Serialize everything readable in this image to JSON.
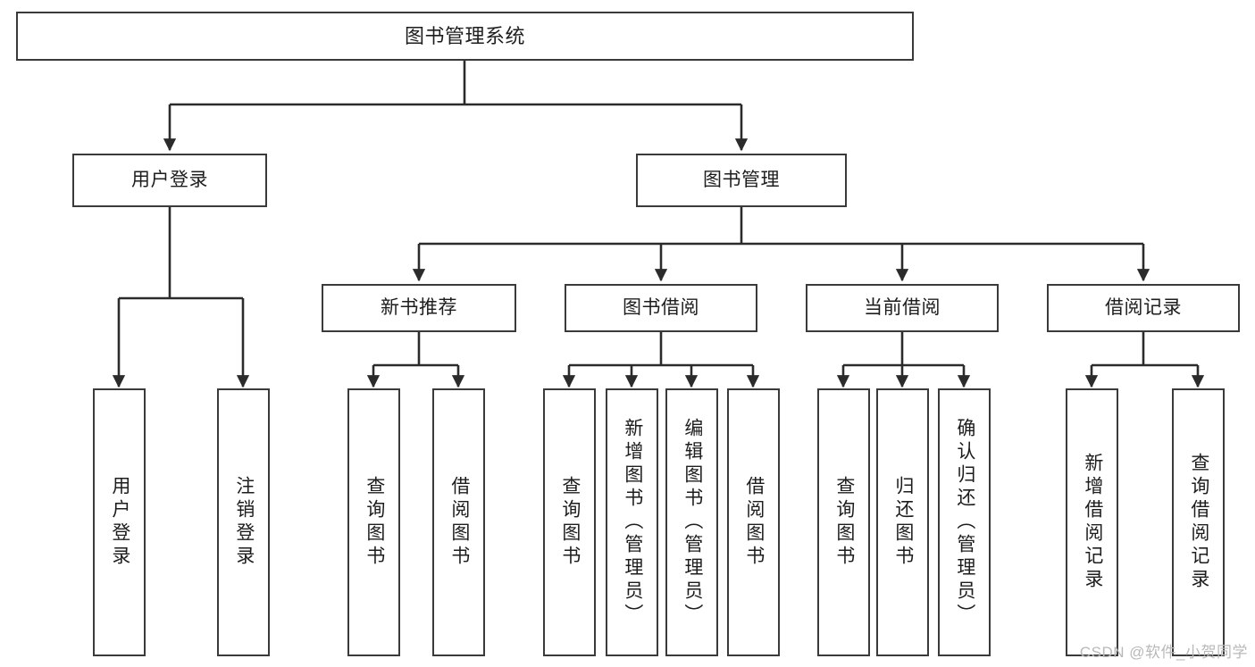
{
  "diagram": {
    "title": "图书管理系统",
    "type": "tree",
    "watermark": "CSDN @软件_小贺同学",
    "colors": {
      "box_border": "#3a3a3a",
      "box_fill": "#ffffff",
      "text": "#1d1d1d",
      "connector": "#2b2b2b",
      "watermark": "#b9b9b9"
    },
    "root": {
      "label": "图书管理系统"
    },
    "level1": [
      {
        "label": "用户登录"
      },
      {
        "label": "图书管理"
      }
    ],
    "level2": [
      {
        "label": "新书推荐"
      },
      {
        "label": "图书借阅"
      },
      {
        "label": "当前借阅"
      },
      {
        "label": "借阅记录"
      }
    ],
    "leaves": {
      "user_login": [
        {
          "label": "用户登录"
        },
        {
          "label": "注销登录"
        }
      ],
      "new_book_recommend": [
        {
          "label": "查询图书"
        },
        {
          "label": "借阅图书"
        }
      ],
      "book_borrow": [
        {
          "label": "查询图书"
        },
        {
          "label": "新增图书（管理员）"
        },
        {
          "label": "编辑图书（管理员）"
        },
        {
          "label": "借阅图书"
        }
      ],
      "current_borrow": [
        {
          "label": "查询图书"
        },
        {
          "label": "归还图书"
        },
        {
          "label": "确认归还（管理员）"
        }
      ],
      "borrow_record": [
        {
          "label": "新增借阅记录"
        },
        {
          "label": "查询借阅记录"
        }
      ]
    }
  }
}
